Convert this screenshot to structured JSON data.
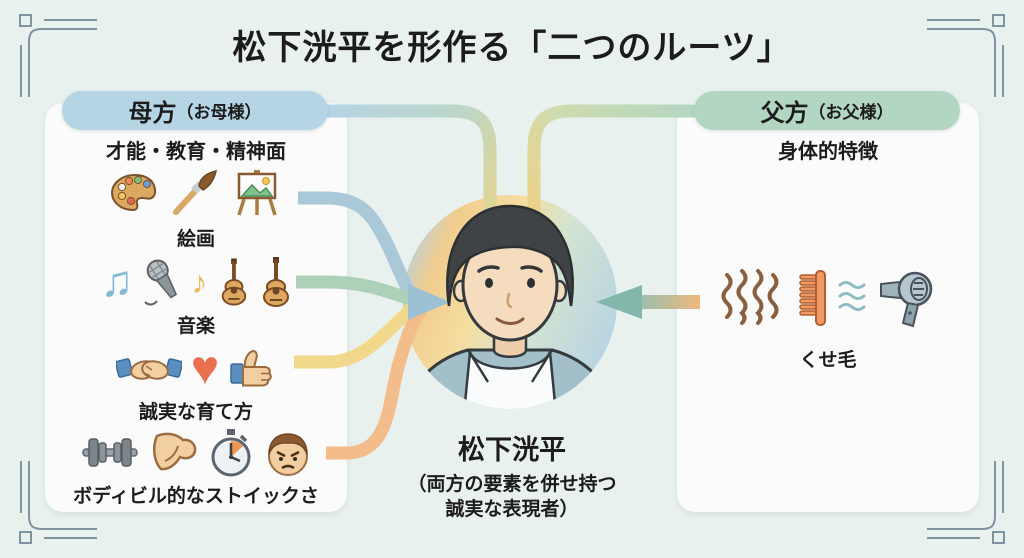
{
  "title": "松下洸平を形作る「二つのルーツ」",
  "maternal": {
    "header": "母方",
    "header_sub": "（お母様）",
    "subtitle": "才能・教育・精神面",
    "rows": [
      {
        "label": "絵画",
        "icons": [
          "palette-icon",
          "paintbrush-icon",
          "easel-icon"
        ]
      },
      {
        "label": "音楽",
        "icons": [
          "music-notes-icon",
          "microphone-icon",
          "small-note-icon",
          "guitar-icon",
          "guitar-icon"
        ]
      },
      {
        "label": "誠実な育て方",
        "icons": [
          "handshake-icon",
          "heart-icon",
          "thumbs-up-icon"
        ]
      },
      {
        "label": "ボディビル的なストイックさ",
        "icons": [
          "dumbbell-icon",
          "flexed-bicep-icon",
          "stopwatch-icon",
          "stern-face-icon"
        ]
      }
    ]
  },
  "paternal": {
    "header": "父方",
    "header_sub": "（お父様）",
    "subtitle": "身体的特徴",
    "rows": [
      {
        "label": "くせ毛",
        "icons": [
          "wavy-hair-icon",
          "comb-icon",
          "airflow-icon",
          "hair-dryer-icon"
        ]
      }
    ]
  },
  "center": {
    "name": "松下洸平",
    "desc1": "（両方の要素を併せ持つ",
    "desc2": "誠実な表現者）"
  },
  "glyphs": {
    "music_notes": "♫",
    "small_note": "♪",
    "heart": "♥"
  },
  "colors": {
    "background": "#e9f1ef",
    "panel": "#fafbfa",
    "maternal_accent": "#b5d4e4",
    "paternal_accent": "#b3d6c2",
    "band_blue": "#a9c8d8",
    "band_green": "#aecfb8",
    "band_yellow": "#f1d88a",
    "band_orange": "#f3bd8b",
    "arrow_teal": "#83b7ab",
    "text": "#1c1c1c"
  }
}
